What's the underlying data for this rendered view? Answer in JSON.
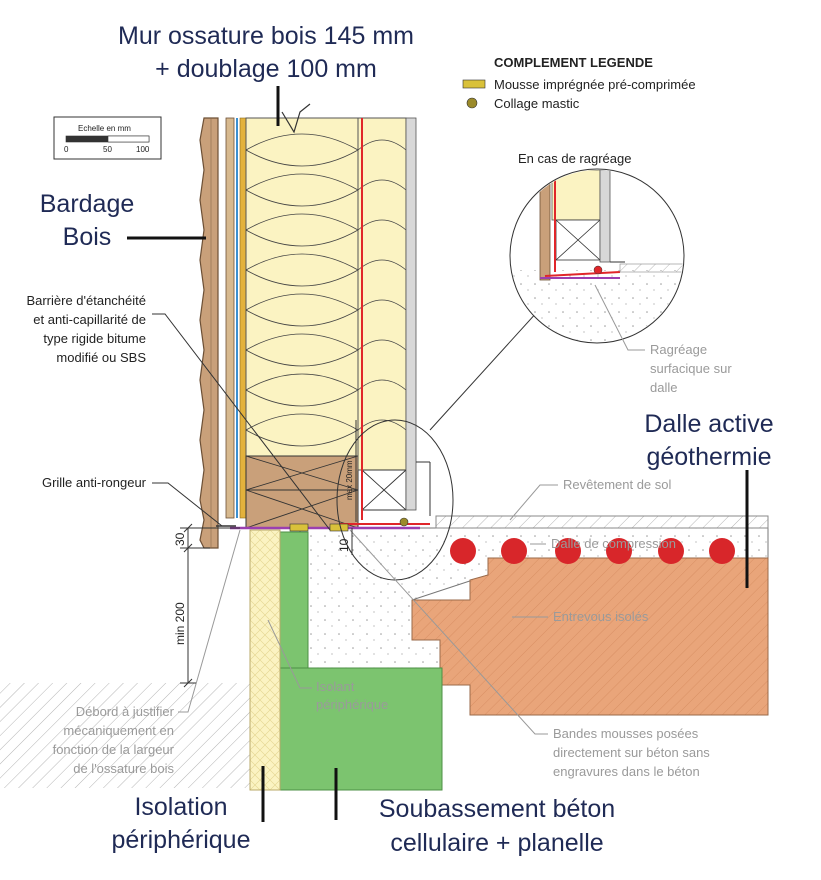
{
  "labels": {
    "wall_line1": "Mur ossature bois 145 mm",
    "wall_line2": "+ doublage 100 mm",
    "cladding_line1": "Bardage",
    "cladding_line2": "Bois",
    "slab_line1": "Dalle active",
    "slab_line2": "géothermie",
    "insulation_line1": "Isolation",
    "insulation_line2": "périphérique",
    "base_line1": "Soubassement béton",
    "base_line2": "cellulaire + planelle"
  },
  "legend": {
    "title": "COMPLEMENT LEGENDE",
    "item1": "Mousse imprégnée pré-comprimée",
    "item2": "Collage mastic",
    "item1_color": "#d9c13a",
    "item2_color": "#9b8a2a"
  },
  "scale": {
    "title": "Echelle en mm",
    "t0": "0",
    "t50": "50",
    "t100": "100"
  },
  "notes": {
    "barrier_l1": "Barrière d'étanchéité",
    "barrier_l2": "et anti-capillarité de",
    "barrier_l3": "type rigide bitume",
    "barrier_l4": "modifié ou SBS",
    "grid": "Grille anti-rongeur",
    "ragreage_case": "En cas de ragréage",
    "ragreage_l1": "Ragréage",
    "ragreage_l2": "surfacique sur",
    "ragreage_l3": "dalle",
    "revetement": "Revêtement de sol",
    "dalle_compression": "Dalle de compression",
    "entrevous": "Entrevous isolés",
    "isolant_l1": "Isolant",
    "isolant_l2": "périphérique",
    "bandes_l1": "Bandes mousses posées",
    "bandes_l2": "directement sur béton sans",
    "bandes_l3": "engravures dans le béton",
    "debord_l1": "Débord à justifier",
    "debord_l2": "mécaniquement en",
    "debord_l3": "fonction de la largeur",
    "debord_l4": "de l'ossature bois"
  },
  "dimensions": {
    "d30": "30",
    "d200": "min 200",
    "d10": "10",
    "dmax20": "max 20mm"
  },
  "colors": {
    "title_text": "#1f2a55",
    "insulation": "#fbf3c2",
    "timber": "#c9a07a",
    "green_base": "#7cc46f",
    "slab_orange": "#e9a57a",
    "heating_dot": "#d8262a",
    "membrane_red": "#e0262a"
  }
}
